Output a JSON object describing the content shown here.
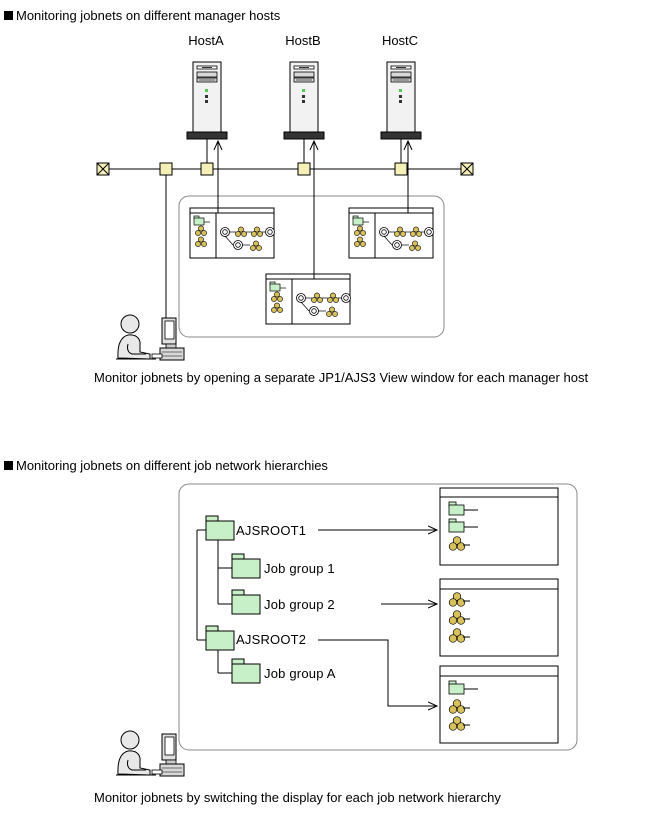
{
  "section1": {
    "title": "Monitoring jobnets on different manager hosts",
    "hosts": [
      "HostA",
      "HostB",
      "HostC"
    ],
    "caption": "Monitor jobnets by opening a separate JP1/AJS3 View window for each manager host"
  },
  "section2": {
    "title": "Monitoring jobnets on different job network hierarchies",
    "tree": {
      "root1": "AJSROOT1",
      "group1": "Job group 1",
      "group2": "Job group 2",
      "root2": "AJSROOT2",
      "groupA": "Job group A"
    },
    "caption": "Monitor jobnets by switching the display for each job network hierarchy"
  }
}
